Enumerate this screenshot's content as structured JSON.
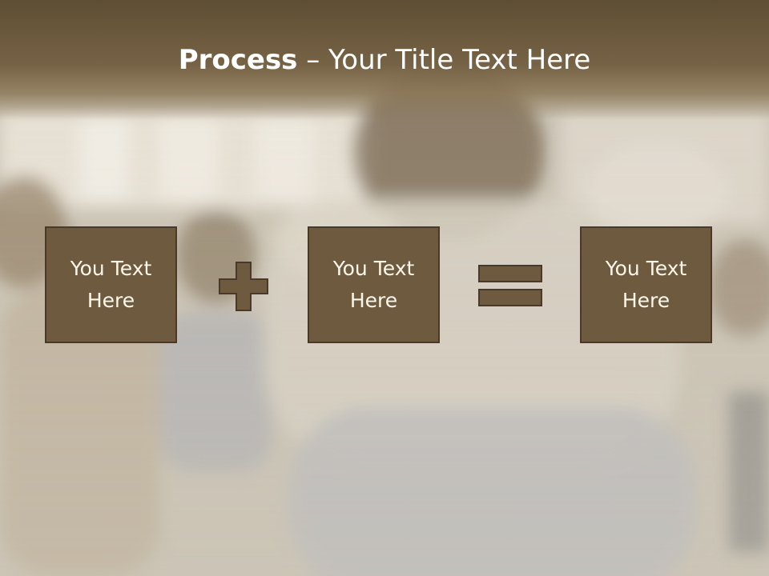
{
  "slide": {
    "title_bold": "Process",
    "title_rest": " – Your Title Text Here",
    "boxes": [
      {
        "text": "You Text Here"
      },
      {
        "text": "You Text Here"
      },
      {
        "text": "You Text Here"
      }
    ],
    "operators": [
      "plus-icon",
      "equals-icon"
    ]
  },
  "colors": {
    "title_band": "#6b5a3c",
    "box_fill": "#6e5a3e",
    "box_border": "#48392a",
    "box_text": "#fbf6ea",
    "background": "#cdc6b8"
  }
}
